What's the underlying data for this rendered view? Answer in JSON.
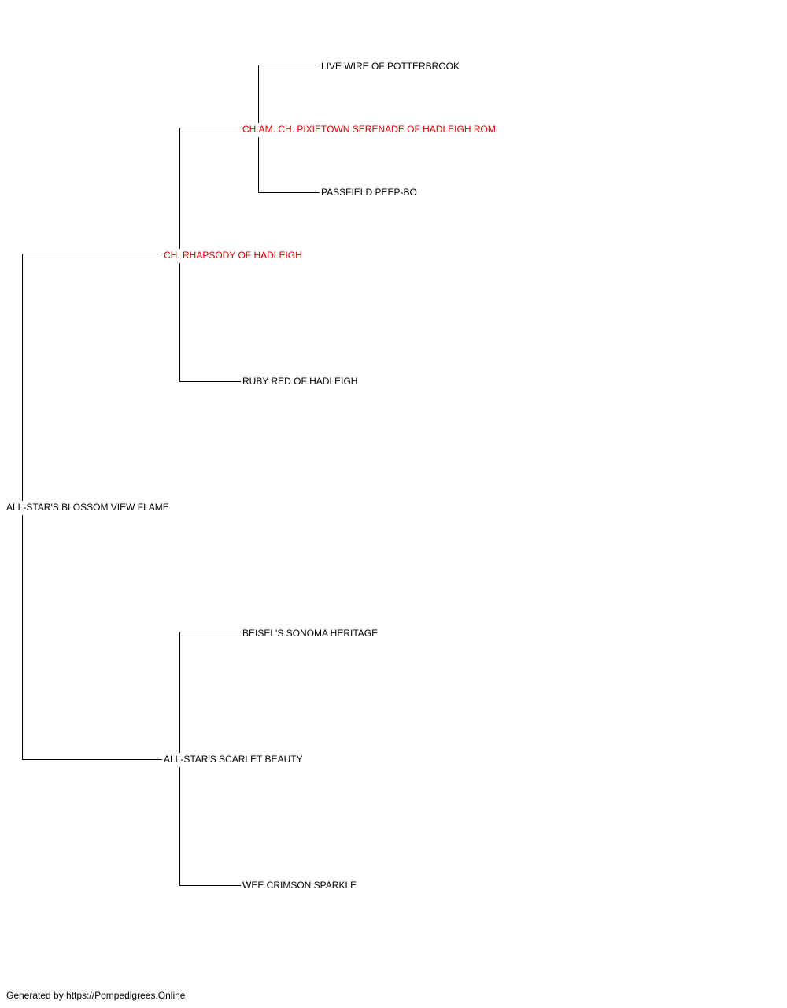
{
  "colors": {
    "champion": "#e00000",
    "normal": "#000000",
    "line": "#000000"
  },
  "pedigree": {
    "subject": {
      "name": "ALL-STAR'S BLOSSOM VIEW FLAME",
      "champion": false
    },
    "sire": {
      "name": "CH. RHAPSODY OF HADLEIGH",
      "champion": true
    },
    "dam": {
      "name": "ALL-STAR'S SCARLET BEAUTY",
      "champion": false
    },
    "sire_sire": {
      "name": "CH.AM. CH. PIXIETOWN SERENADE OF HADLEIGH ROM",
      "champion": true
    },
    "sire_dam": {
      "name": "RUBY RED OF HADLEIGH",
      "champion": false
    },
    "dam_sire": {
      "name": "BEISEL'S SONOMA HERITAGE",
      "champion": false
    },
    "dam_dam": {
      "name": "WEE CRIMSON SPARKLE",
      "champion": false
    },
    "sire_sire_sire": {
      "name": "LIVE WIRE OF POTTERBROOK",
      "champion": false
    },
    "sire_sire_dam": {
      "name": "PASSFIELD PEEP-BO",
      "champion": false
    }
  },
  "footer": "Generated by https://Pompedigrees.Online"
}
